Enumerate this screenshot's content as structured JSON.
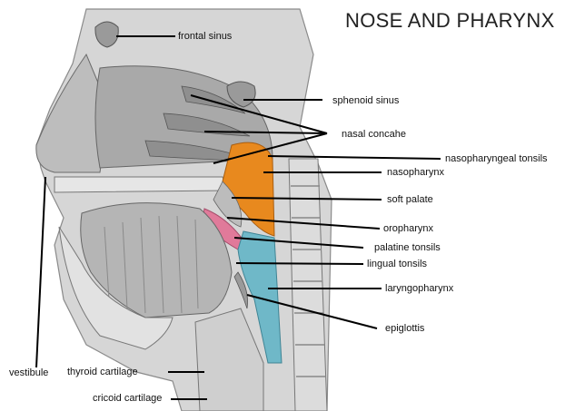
{
  "title": "NOSE AND PHARYNX",
  "labels": {
    "frontal_sinus": "frontal sinus",
    "sphenoid_sinus": "sphenoid sinus",
    "nasal_concahe": "nasal concahe",
    "nasopharyngeal_tonsils": "nasopharyngeal tonsils",
    "nasopharynx": "nasopharynx",
    "soft_palate": "soft palate",
    "oropharynx": "oropharynx",
    "palatine_tonsils": "palatine tonsils",
    "lingual_tonsils": "lingual tonsils",
    "laryngopharynx": "laryngopharynx",
    "epiglottis": "epiglottis",
    "vestibule": "vestibule",
    "thyroid_cartilage": "thyroid cartilage",
    "cricoid_cartilage": "cricoid cartilage"
  },
  "colors": {
    "nasopharynx": "#e8891e",
    "oropharynx": "#e07a9a",
    "laryngopharynx": "#6fb8c8",
    "tissue": "#c9c9c9",
    "bone": "#dedede",
    "leader": "#000000"
  }
}
